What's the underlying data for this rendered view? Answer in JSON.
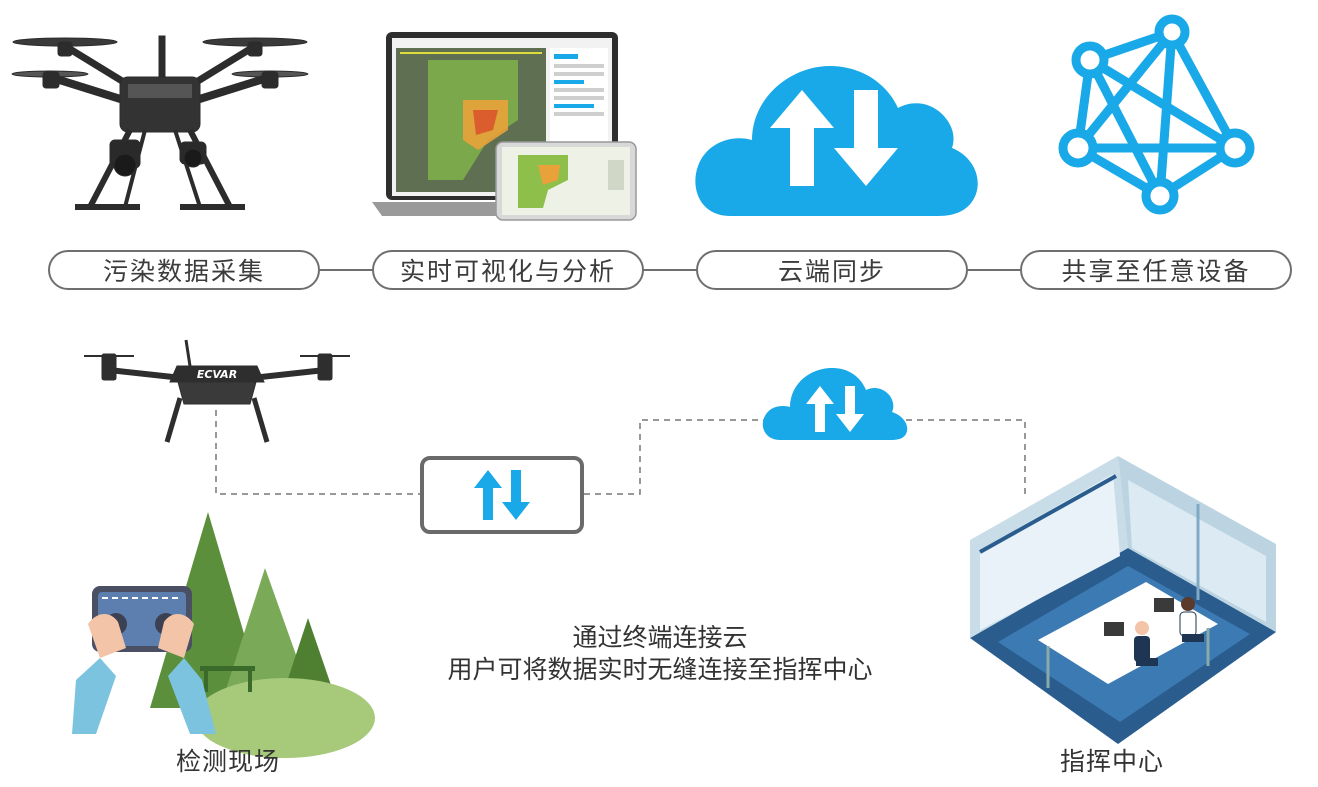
{
  "steps": [
    "污染数据采集",
    "实时可视化与分析",
    "云端同步",
    "共享至任意设备"
  ],
  "captions": {
    "site": "检测现场",
    "center": "指挥中心"
  },
  "message": {
    "line1": "通过终端连接云",
    "line2": "用户可将数据实时无缝连接至指挥中心"
  },
  "drone_brand": "ECVAR",
  "colors": {
    "accent": "#19a9e8",
    "pill_border": "#6f6f6f",
    "forest": "#5a8f3c"
  }
}
